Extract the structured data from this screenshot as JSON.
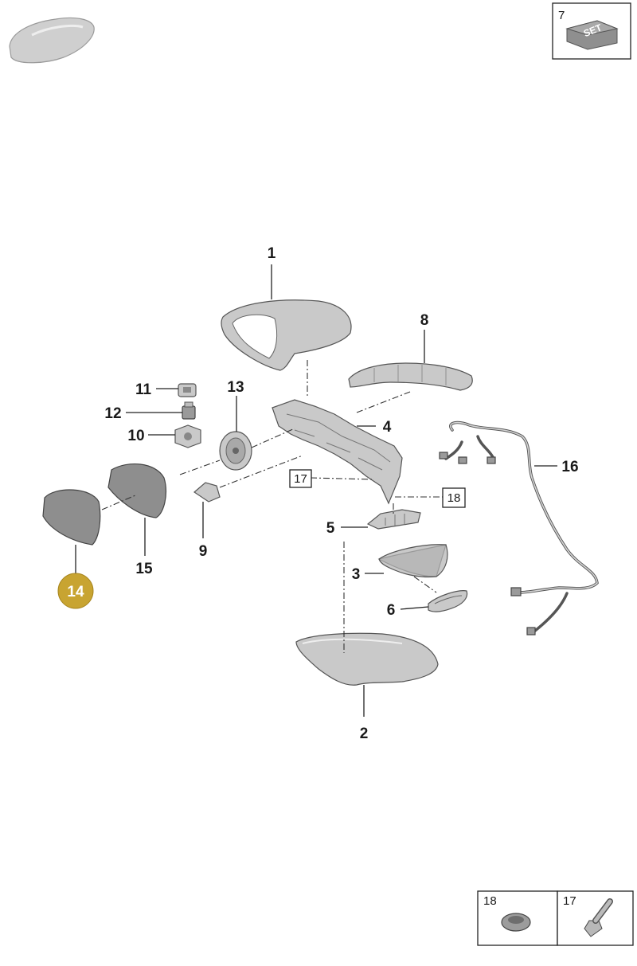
{
  "callouts": {
    "p1": "1",
    "p2": "2",
    "p3": "3",
    "p4": "4",
    "p5": "5",
    "p6": "6",
    "p8": "8",
    "p9": "9",
    "p10": "10",
    "p11": "11",
    "p12": "12",
    "p13": "13",
    "p14": "14",
    "p15": "15",
    "p16": "16",
    "p17": "17",
    "p18": "18"
  },
  "kit": {
    "number": "7",
    "label": "SET"
  },
  "detail_boxes": {
    "left": "18",
    "right": "17"
  },
  "colors": {
    "highlight": "#c8a431",
    "line": "#222222",
    "part_fill": "#c9c9c9"
  }
}
